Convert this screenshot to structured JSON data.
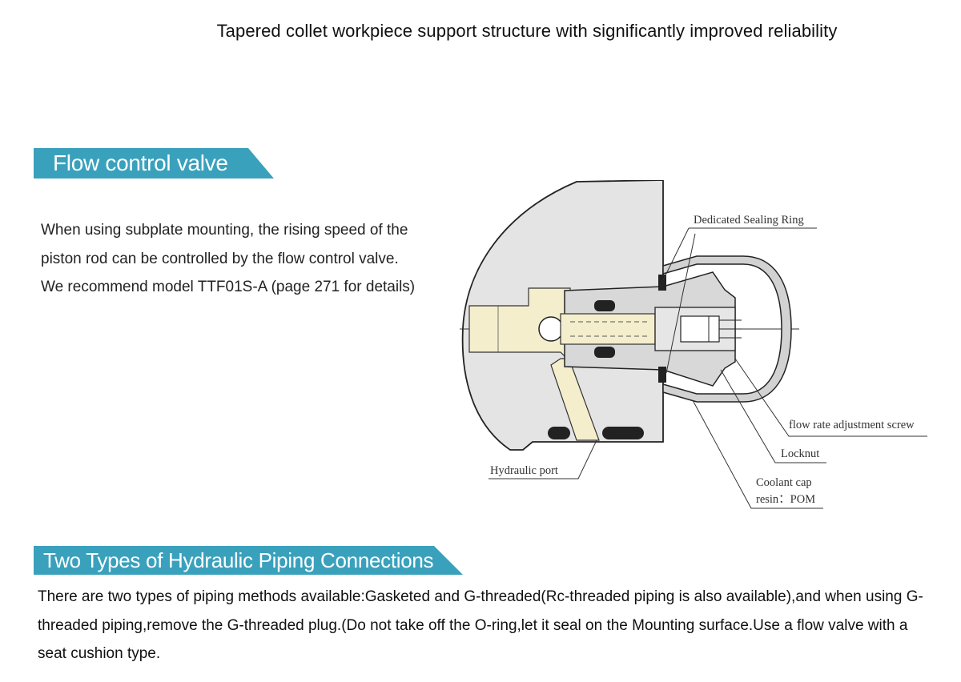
{
  "page_title": "Tapered collet workpiece support structure with significantly improved reliability",
  "section1": {
    "heading": "Flow control valve",
    "paragraph1": "When using subplate mounting, the rising speed of the piston rod can be controlled by the flow control valve.",
    "paragraph2": "We recommend model TTF01S-A (page 271 for details)"
  },
  "diagram": {
    "labels": {
      "sealing_ring": "Dedicated Sealing Ring",
      "flow_screw": "flow rate adjustment screw",
      "locknut": "Locknut",
      "coolant_cap_1": "Coolant cap",
      "coolant_cap_2": "resin：POM",
      "hydraulic_port": "Hydraulic port"
    }
  },
  "section2": {
    "heading": "Two Types of Hydraulic Piping Connections",
    "paragraph": "There are two types of piping methods available:Gasketed and G-threaded(Rc-threaded piping is also available),and when using G-threaded piping,remove the G-threaded plug.(Do not take off the O-ring,let it seal on the Mounting surface.Use a flow valve with a seat cushion type."
  },
  "colors": {
    "banner": "#3aa1bd",
    "cream": "#f4eecd",
    "metal": "#d8d8d8"
  }
}
